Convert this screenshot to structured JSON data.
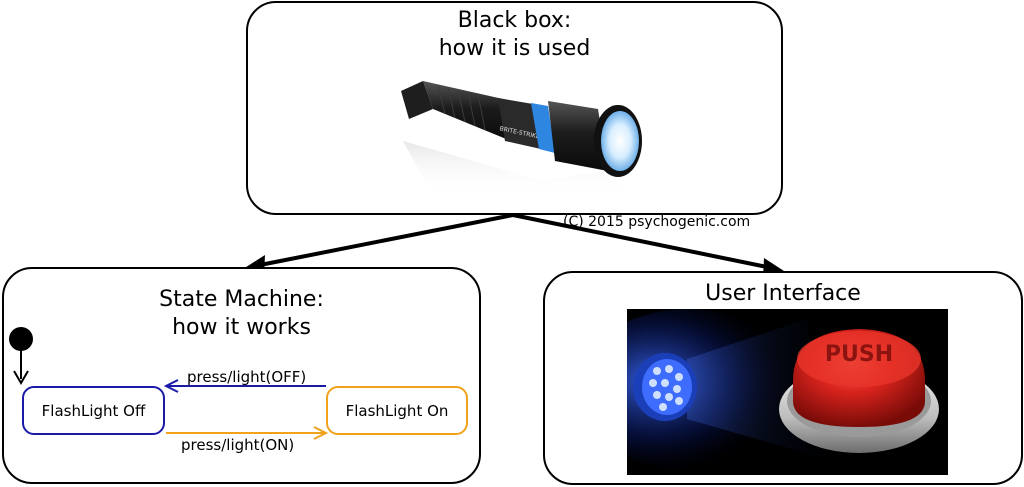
{
  "black_box": {
    "title_line1": "Black box:",
    "title_line2": "how it is used",
    "image": "flashlight-photo",
    "flashlight_brand": "BRITE-STRIKE"
  },
  "copyright": "(C) 2015 psychogenic.com",
  "state_machine": {
    "title_line1": "State Machine:",
    "title_line2": "how it works",
    "states": [
      {
        "label": "FlashLight Off",
        "color": "#1a1aa8"
      },
      {
        "label": "FlashLight On",
        "color": "#f0a21c"
      }
    ],
    "transitions": [
      {
        "label": "press/light(OFF)",
        "from": "FlashLight On",
        "to": "FlashLight Off",
        "color": "#1a1aa8"
      },
      {
        "label": "press/light(ON)",
        "from": "FlashLight Off",
        "to": "FlashLight On",
        "color": "#f0a21c"
      }
    ]
  },
  "user_interface": {
    "title": "User Interface",
    "button_text": "PUSH",
    "image": "push-button-and-led-photo"
  },
  "colors": {
    "off_state": "#1a1aa8",
    "on_state": "#f0a21c",
    "button_red": "#d9231d"
  }
}
